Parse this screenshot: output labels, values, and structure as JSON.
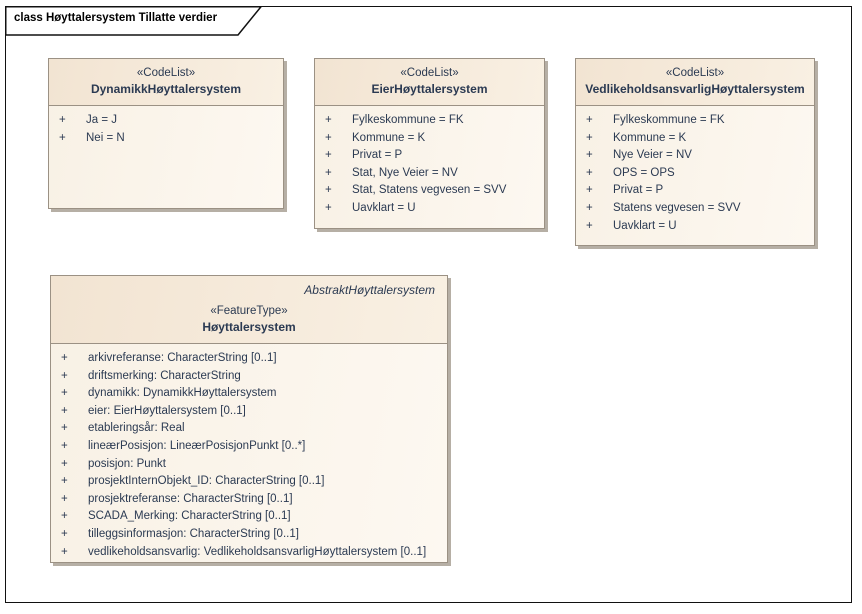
{
  "diagram": {
    "title": "class Høyttalersystem Tillatte verdier"
  },
  "colors": {
    "box-border": "#9b9184",
    "box-shadow": "#b6afa5",
    "box-text": "#2b3a52",
    "box-fill-dark": "#f2e4d2",
    "box-fill-light": "#fdf8f1"
  },
  "classes": [
    {
      "stereotype": "«CodeList»",
      "name": "DynamikkHøyttalersystem",
      "attributes": [
        {
          "visibility": "+",
          "text": "Ja = J"
        },
        {
          "visibility": "+",
          "text": "Nei = N"
        }
      ]
    },
    {
      "stereotype": "«CodeList»",
      "name": "EierHøyttalersystem",
      "attributes": [
        {
          "visibility": "+",
          "text": "Fylkeskommune = FK"
        },
        {
          "visibility": "+",
          "text": "Kommune = K"
        },
        {
          "visibility": "+",
          "text": "Privat = P"
        },
        {
          "visibility": "+",
          "text": "Stat, Nye Veier = NV"
        },
        {
          "visibility": "+",
          "text": "Stat, Statens vegvesen = SVV"
        },
        {
          "visibility": "+",
          "text": "Uavklart = U"
        }
      ]
    },
    {
      "stereotype": "«CodeList»",
      "name": "VedlikeholdsansvarligHøyttalersystem",
      "attributes": [
        {
          "visibility": "+",
          "text": "Fylkeskommune = FK"
        },
        {
          "visibility": "+",
          "text": "Kommune = K"
        },
        {
          "visibility": "+",
          "text": "Nye Veier = NV"
        },
        {
          "visibility": "+",
          "text": "OPS = OPS"
        },
        {
          "visibility": "+",
          "text": "Privat = P"
        },
        {
          "visibility": "+",
          "text": "Statens vegvesen = SVV"
        },
        {
          "visibility": "+",
          "text": "Uavklart = U"
        }
      ]
    },
    {
      "parent": "AbstraktHøyttalersystem",
      "stereotype": "«FeatureType»",
      "name": "Høyttalersystem",
      "attributes": [
        {
          "visibility": "+",
          "text": "arkivreferanse: CharacterString [0..1]"
        },
        {
          "visibility": "+",
          "text": "driftsmerking: CharacterString"
        },
        {
          "visibility": "+",
          "text": "dynamikk: DynamikkHøyttalersystem"
        },
        {
          "visibility": "+",
          "text": "eier: EierHøyttalersystem [0..1]"
        },
        {
          "visibility": "+",
          "text": "etableringsår: Real"
        },
        {
          "visibility": "+",
          "text": "lineærPosisjon: LineærPosisjonPunkt [0..*]"
        },
        {
          "visibility": "+",
          "text": "posisjon: Punkt"
        },
        {
          "visibility": "+",
          "text": "prosjektInternObjekt_ID: CharacterString [0..1]"
        },
        {
          "visibility": "+",
          "text": "prosjektreferanse: CharacterString [0..1]"
        },
        {
          "visibility": "+",
          "text": "SCADA_Merking: CharacterString [0..1]"
        },
        {
          "visibility": "+",
          "text": "tilleggsinformasjon: CharacterString [0..1]"
        },
        {
          "visibility": "+",
          "text": "vedlikeholdsansvarlig: VedlikeholdsansvarligHøyttalersystem [0..1]"
        }
      ]
    }
  ]
}
